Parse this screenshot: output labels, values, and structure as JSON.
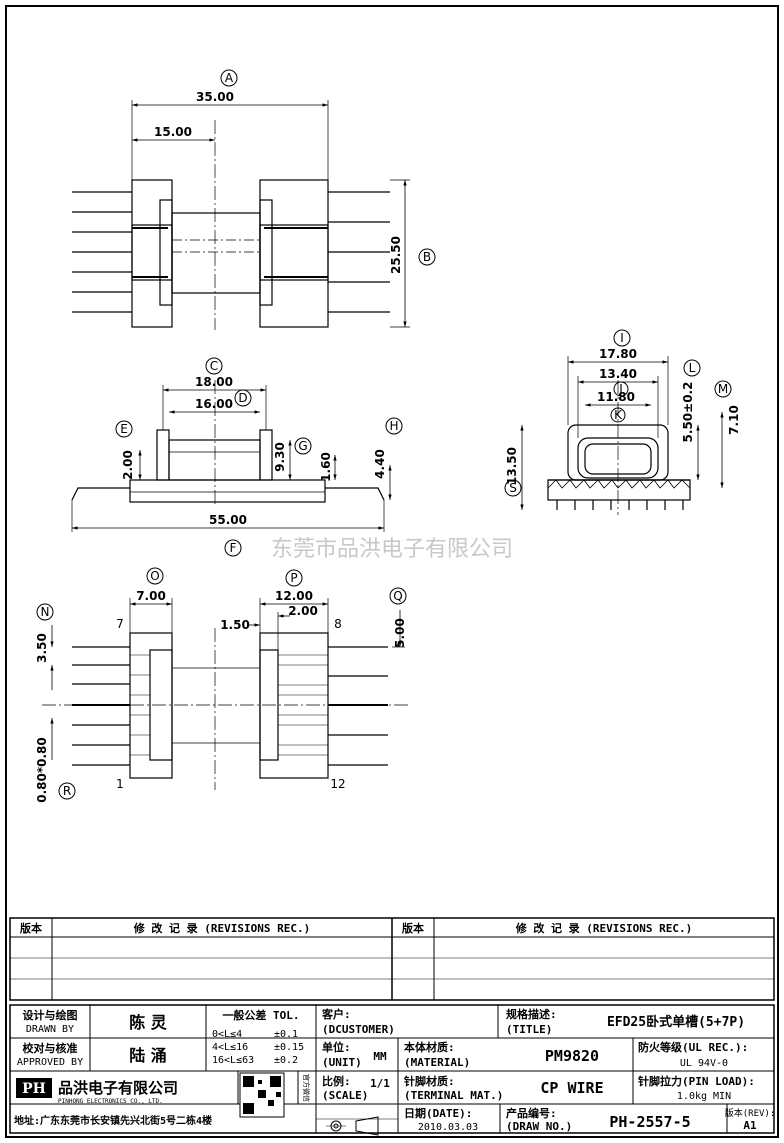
{
  "dims": {
    "a_35": "35.00",
    "a_15": "15.00",
    "b_25_5": "25.50",
    "c_18": "18.00",
    "d_16": "16.00",
    "e_2": "2.00",
    "g_9_3": "9.30",
    "h_1_6": "1.60",
    "h_4_4": "4.40",
    "f_55": "55.00",
    "i_17_8": "17.80",
    "j_13_4": "13.40",
    "k_11_8": "11.80",
    "l_5_5": "5.50±0.2",
    "m_7_1": "7.10",
    "s_13_5": "13.50",
    "o_7": "7.00",
    "p_12": "12.00",
    "p_2": "2.00",
    "p_1_5": "1.50",
    "q_5": "5.00",
    "n_3_5": "3.50",
    "r_08": "0.80*0.80",
    "pin7": "7",
    "pin8": "8",
    "pin1": "1",
    "pin12": "12"
  },
  "markers": {
    "A": "A",
    "B": "B",
    "C": "C",
    "D": "D",
    "E": "E",
    "F": "F",
    "G": "G",
    "H": "H",
    "I": "I",
    "J": "J",
    "K": "K",
    "L": "L",
    "M": "M",
    "N": "N",
    "O": "O",
    "P": "P",
    "Q": "Q",
    "R": "R",
    "S": "S"
  },
  "watermark": "东莞市品洪电子有限公司",
  "revisions": {
    "col_ver": "版本",
    "col_rec": "修 改 记 录 (REVISIONS REC.)"
  },
  "titleblock": {
    "drawn_label": "设计与绘图",
    "drawn_label_en": "DRAWN BY",
    "drawn_value": "陈 灵",
    "approved_label": "校对与核准",
    "approved_label_en": "APPROVED BY",
    "approved_value": "陆 涌",
    "tol_title": "一般公差 TOL.",
    "tol_rows": [
      {
        "range": "0<L≤4",
        "tol": "±0.1"
      },
      {
        "range": "4<L≤16",
        "tol": "±0.15"
      },
      {
        "range": "16<L≤63",
        "tol": "±0.2"
      }
    ],
    "customer_label": "客户:",
    "customer_value": "(DCUSTOMER)",
    "title_label": "规格描述:",
    "title_label_en": "(TITLE)",
    "title_value": "EFD25卧式单槽(5+7P)",
    "unit_label": "单位:",
    "unit_label_en": "(UNIT)",
    "unit_value": "MM",
    "material_label": "本体材质:",
    "material_label_en": "(MATERIAL)",
    "material_value": "PM9820",
    "ul_label": "防火等级(UL REC.):",
    "ul_value": "UL 94V-0",
    "scale_label": "比例:",
    "scale_label_en": "(SCALE)",
    "scale_value": "1/1",
    "terminal_label": "针脚材质:",
    "terminal_label_en": "(TERMINAL MAT.)",
    "terminal_value": "CP WIRE",
    "pinload_label": "针脚拉力(PIN LOAD):",
    "pinload_value": "1.0kg MIN",
    "date_label": "日期(DATE):",
    "date_value": "2010.03.03",
    "drawno_label": "产品编号:",
    "drawno_label_en": "(DRAW NO.)",
    "drawno_value": "PH-2557-5",
    "rev_label": "版本(REV):",
    "rev_value": "A1",
    "company_name": "品洪电子有限公司",
    "company_en": "PINHONG ELECTRONICS CO., LTD.",
    "logo_text": "PH",
    "qr_caption": "官方微信",
    "address": "地址:广东东莞市长安镇先兴北街5号二栋4楼"
  }
}
